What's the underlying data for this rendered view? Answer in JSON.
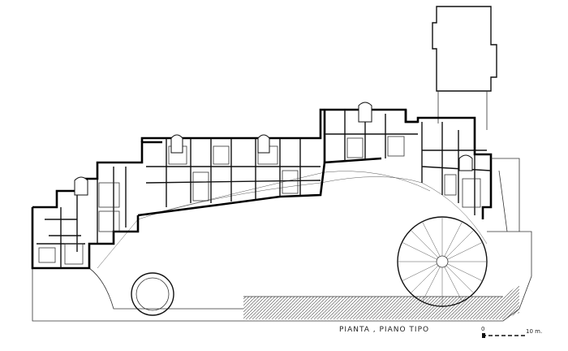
{
  "caption": "PIANTA , PIANO  TIPO",
  "scale": {
    "start": "0",
    "end": "10 m."
  },
  "colors": {
    "ink": "#111111",
    "paper": "#ffffff"
  }
}
